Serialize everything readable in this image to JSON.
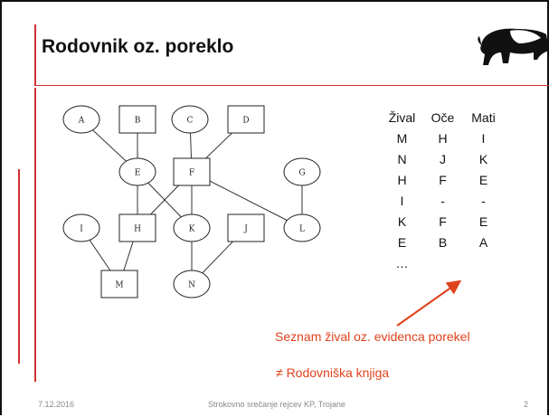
{
  "title": "Rodovnik oz. poreklo",
  "graph": {
    "nodes": [
      {
        "id": "A",
        "label": "A",
        "shape": "ellipse"
      },
      {
        "id": "B",
        "label": "B",
        "shape": "rect"
      },
      {
        "id": "C",
        "label": "C",
        "shape": "ellipse"
      },
      {
        "id": "D",
        "label": "D",
        "shape": "rect"
      },
      {
        "id": "E",
        "label": "E",
        "shape": "ellipse"
      },
      {
        "id": "F",
        "label": "F",
        "shape": "rect"
      },
      {
        "id": "G",
        "label": "G",
        "shape": "ellipse"
      },
      {
        "id": "I",
        "label": "I",
        "shape": "ellipse"
      },
      {
        "id": "H",
        "label": "H",
        "shape": "rect"
      },
      {
        "id": "K",
        "label": "K",
        "shape": "ellipse"
      },
      {
        "id": "J",
        "label": "J",
        "shape": "rect"
      },
      {
        "id": "L",
        "label": "L",
        "shape": "ellipse"
      },
      {
        "id": "M",
        "label": "M",
        "shape": "rect"
      },
      {
        "id": "N",
        "label": "N",
        "shape": "ellipse"
      }
    ],
    "edges": [
      [
        "A",
        "E"
      ],
      [
        "B",
        "E"
      ],
      [
        "C",
        "F"
      ],
      [
        "D",
        "F"
      ],
      [
        "E",
        "H"
      ],
      [
        "E",
        "K"
      ],
      [
        "F",
        "H"
      ],
      [
        "F",
        "K"
      ],
      [
        "F",
        "L"
      ],
      [
        "G",
        "L"
      ],
      [
        "I",
        "M"
      ],
      [
        "H",
        "M"
      ],
      [
        "K",
        "N"
      ],
      [
        "J",
        "N"
      ]
    ]
  },
  "table": {
    "headers": [
      "Žival",
      "Oče",
      "Mati"
    ],
    "rows": [
      [
        "M",
        "H",
        "I"
      ],
      [
        "N",
        "J",
        "K"
      ],
      [
        "H",
        "F",
        "E"
      ],
      [
        "I",
        "-",
        "-"
      ],
      [
        "K",
        "F",
        "E"
      ],
      [
        "E",
        "B",
        "A"
      ],
      [
        "…",
        "",
        ""
      ]
    ]
  },
  "note_primary": "Seznam žival oz. evidenca porekel",
  "note_secondary": "≠ Rodovniška knjiga",
  "footer": {
    "date": "7.12.2016",
    "center": "Strokovno srečanje rejcev KP, Trojane",
    "page": "2"
  },
  "colors": {
    "accent": "#d32f2f",
    "note": "#e0421b"
  },
  "logo_icon": "pig-icon"
}
